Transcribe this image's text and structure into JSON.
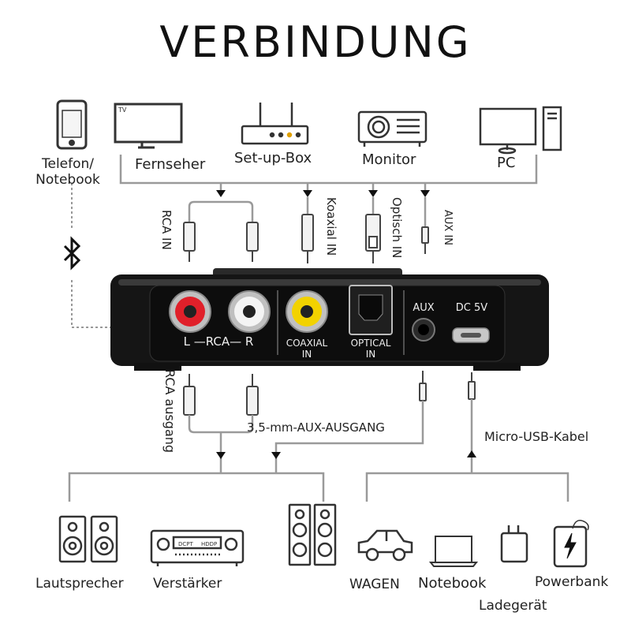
{
  "title": "VERBINDUNG",
  "sources": {
    "phone": "Telefon/\nNotebook",
    "tv": "Fernseher",
    "tv_badge": "TV",
    "settop": "Set-up-Box",
    "projector": "Monitor",
    "pc": "PC"
  },
  "inputs": {
    "rca": "RCA IN",
    "coaxial": "Koaxial IN",
    "optical": "Optisch IN",
    "aux": "AUX IN"
  },
  "device": {
    "rca_label": "L —RCA— R",
    "coaxial_label": "COAXIAL\nIN",
    "optical_label": "OPTICAL\nIN",
    "aux_label": "AUX",
    "dc_label": "DC 5V"
  },
  "outputs": {
    "rca_out": "RCA ausgang",
    "aux_out": "3,5-mm-AUX-AUSGANG",
    "usb": "Micro-USB-Kabel"
  },
  "destinations": {
    "speakers": "Lautsprecher",
    "amplifier": "Verstärker",
    "car": "WAGEN",
    "notebook": "Notebook",
    "charger": "Ladegerät",
    "powerbank": "Powerbank",
    "amp_display_left": "DCPT",
    "amp_display_right": "HDDP"
  },
  "colors": {
    "device_body": "#1a1a1a",
    "rca_left": "#e0202a",
    "rca_right": "#ffffff",
    "coaxial": "#f2d200",
    "line": "#9a9a9a"
  }
}
